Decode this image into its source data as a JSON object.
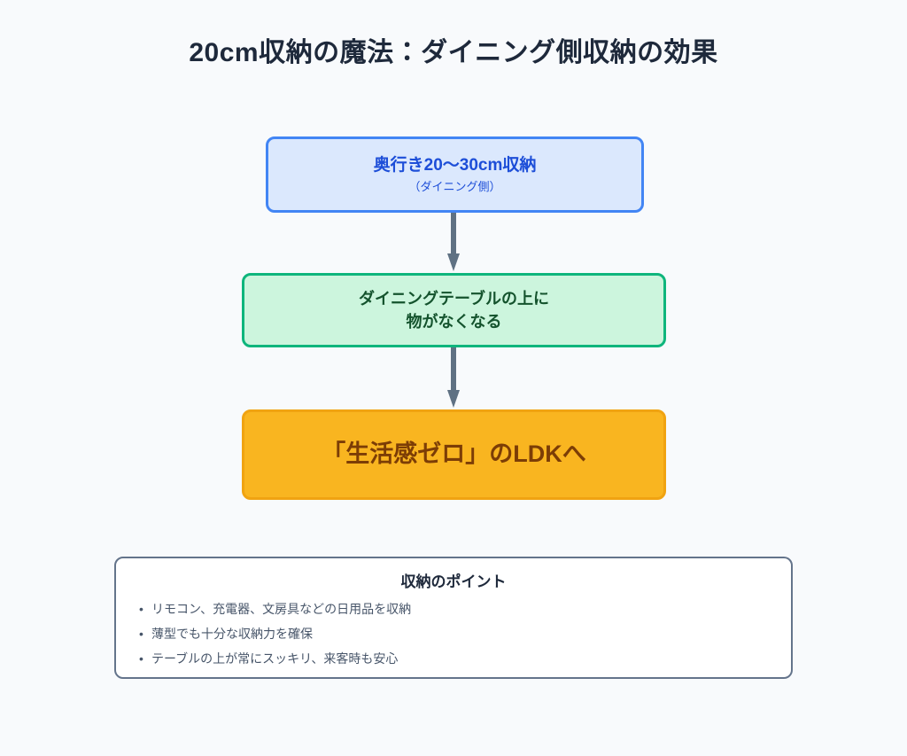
{
  "page": {
    "title": "20cm収納の魔法：ダイニング側収納の効果",
    "background_color": "#f8fafc"
  },
  "flow": {
    "steps": [
      {
        "id": "shallow-storage",
        "title": "奥行き20〜30cm収納",
        "subtitle": "（ダイニング側）",
        "fill_color": "#dbe8fd",
        "border_color": "#4285f4",
        "text_color": "#1d4ed8"
      },
      {
        "id": "clear-table",
        "title": "ダイニングテーブルの上に\n物がなくなる",
        "line1": "ダイニングテーブルの上に",
        "line2": "物がなくなる",
        "fill_color": "#ccf5dd",
        "border_color": "#0eb57c",
        "text_color": "#14532d"
      },
      {
        "id": "zero-lifestyle-ldk",
        "title": "「生活感ゼロ」のLDKへ",
        "fill_color": "#f9b520",
        "border_color": "#f0a311",
        "text_color": "#7c3d06"
      }
    ],
    "arrow_color": "#5f7183",
    "arrow_count": 2
  },
  "points": {
    "heading": "収納のポイント",
    "bullet_glyph": "•",
    "items": [
      "リモコン、充電器、文房具などの日用品を収納",
      "薄型でも十分な収納力を確保",
      "テーブルの上が常にスッキリ、来客時も安心"
    ],
    "border_color": "#64748b",
    "fill_color": "#ffffff",
    "text_color": "#475569"
  }
}
